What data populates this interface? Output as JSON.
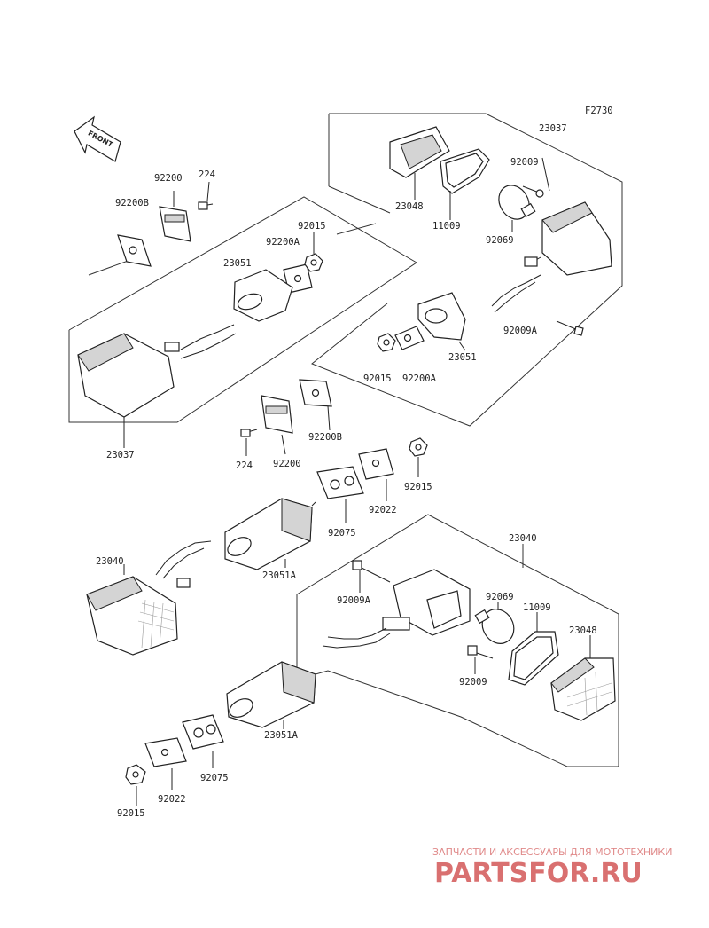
{
  "figure_code": "F2730",
  "front_label": "FRONT",
  "watermark": {
    "tagline": "ЗАПЧАСТИ И АКСЕССУАРЫ ДЛЯ МОТОТЕХНИКИ",
    "brand": "PARTSFOR.RU"
  },
  "callouts": [
    "23037",
    "92009",
    "23048",
    "11009",
    "92069",
    "23051",
    "92009A",
    "92015",
    "92200A",
    "92200",
    "224",
    "92200B",
    "92015",
    "92200A",
    "23051",
    "23037",
    "92200B",
    "224",
    "92200",
    "92015",
    "92022",
    "92075",
    "23051A",
    "23040",
    "23040",
    "92009A",
    "92069",
    "11009",
    "23048",
    "92009",
    "23051A",
    "92075",
    "92022",
    "92015"
  ]
}
